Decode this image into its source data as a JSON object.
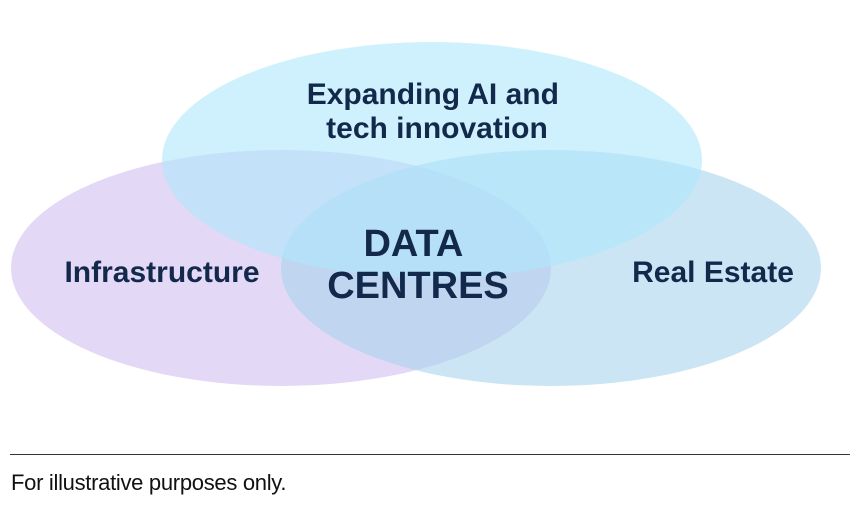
{
  "diagram": {
    "type": "venn",
    "sets": [
      {
        "key": "top",
        "label_lines": [
          "Expanding AI and",
          "tech innovation"
        ],
        "color": "#bfeefc"
      },
      {
        "key": "left",
        "label_lines": [
          "Infrastructure"
        ],
        "color": "#d9cbf3"
      },
      {
        "key": "right",
        "label_lines": [
          "Real Estate"
        ],
        "color": "#b5d9ef"
      }
    ],
    "center": {
      "label_lines": [
        "DATA",
        "CENTRES"
      ],
      "color": "#8fbde8"
    },
    "text_color": "#13294b"
  },
  "footnote": "For illustrative purposes only."
}
